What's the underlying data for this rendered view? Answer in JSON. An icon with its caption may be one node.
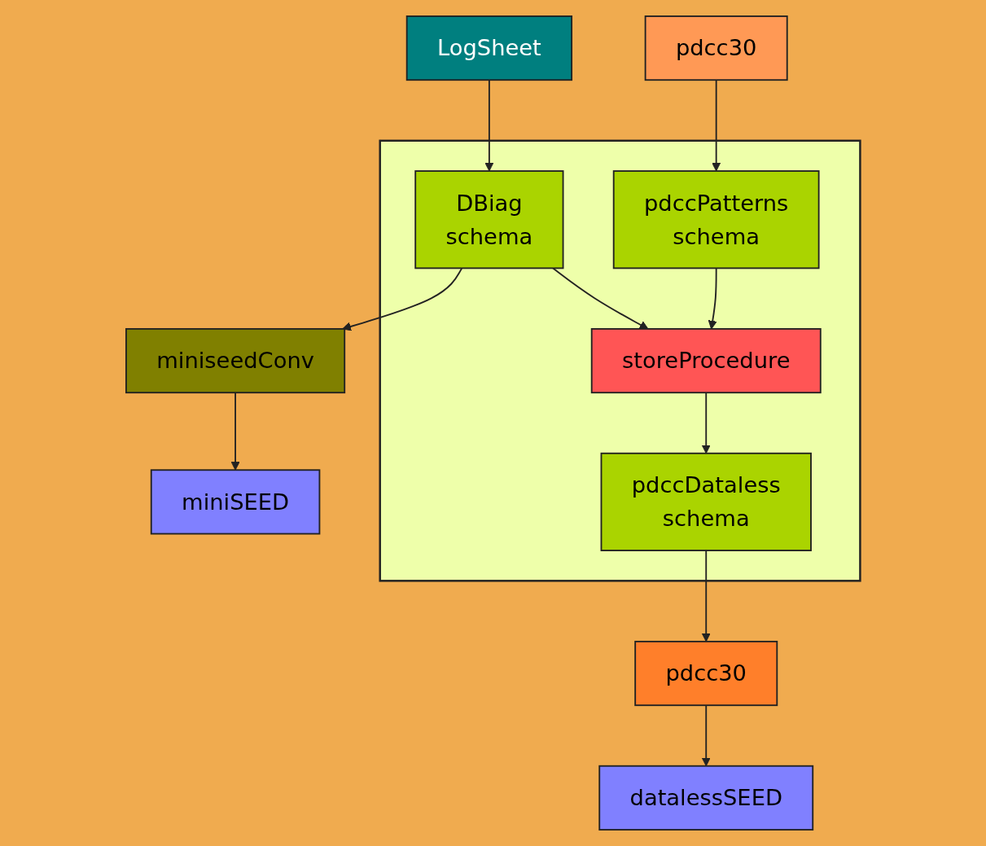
{
  "diagram": {
    "nodes": [
      {
        "text": [
          "LogSheet"
        ]
      },
      {
        "text": [
          "pdcc30"
        ]
      },
      {
        "text": [],
        "shape": "box"
      },
      {
        "text": [
          "DBiag",
          "schema"
        ],
        "in": 2
      },
      {
        "text": [
          "pdccPatterns",
          "schema"
        ],
        "in": 2
      },
      {
        "text": [
          "miniseedConv"
        ]
      },
      {
        "text": [
          "storeProcedure"
        ],
        "in": 2
      },
      {
        "text": [
          "pdccDataless",
          "schema"
        ],
        "in": 2
      },
      {
        "text": [
          "pdcc30"
        ]
      },
      {
        "text": [
          "miniSEED"
        ]
      },
      {
        "text": [
          "datalessSEED"
        ]
      }
    ],
    "edges": [
      {
        "from": 0,
        "to": 3,
        "arrow": "to"
      },
      {
        "from": 1,
        "to": 4,
        "arrow": "to"
      },
      {
        "from": 3,
        "to": 5,
        "arrow": "to"
      },
      {
        "from": 3,
        "to": 6,
        "arrow": "to"
      },
      {
        "from": 4,
        "to": 6,
        "arrow": "to"
      },
      {
        "from": 6,
        "to": 7,
        "arrow": "to"
      },
      {
        "from": 7,
        "to": 8,
        "arrow": "to"
      },
      {
        "from": 5,
        "to": 9,
        "arrow": "to"
      },
      {
        "from": 8,
        "to": 10,
        "arrow": "to"
      }
    ]
  }
}
